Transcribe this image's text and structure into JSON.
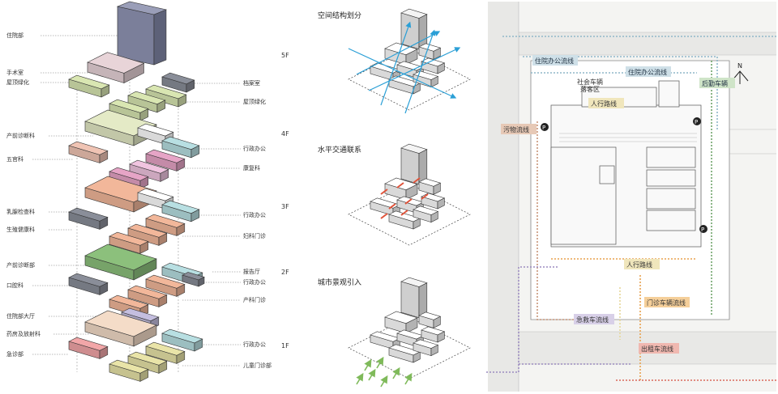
{
  "exploded": {
    "floors": [
      "5F",
      "4F",
      "3F",
      "2F",
      "1F"
    ],
    "labels_left": [
      "住院部",
      "手术室",
      "屋顶绿化",
      "产前诊断科",
      "五官科",
      "乳腺检查科",
      "生殖健康科",
      "产前诊断部",
      "口腔科",
      "住院部大厅",
      "药房及放射科",
      "急诊部"
    ],
    "labels_right": [
      "档案室",
      "屋顶绿化",
      "行政办公",
      "康复科",
      "行政办公",
      "妇科门诊",
      "报告厅",
      "行政办公",
      "产科门诊",
      "行政办公",
      "儿童门诊部"
    ]
  },
  "concepts": {
    "titles": [
      "空间结构划分",
      "水平交通联系",
      "城市景观引入"
    ]
  },
  "plan": {
    "tags": [
      "住院办公流线",
      "住院办公流线",
      "后勤车辆",
      "社会车辆",
      "落客区",
      "人行路线",
      "污物流线",
      "人行路线",
      "门诊车辆流线",
      "急救车流线",
      "出租车流线"
    ],
    "north": "N",
    "parking_symbol": "P",
    "colors": {
      "staff": "#8fb7c9",
      "logistics": "#6fa46a",
      "pedestrian": "#e6d79a",
      "waste": "#c8957a",
      "outpatient": "#e8a24f",
      "emergency": "#9c8cc0",
      "taxi": "#d9685a"
    }
  }
}
